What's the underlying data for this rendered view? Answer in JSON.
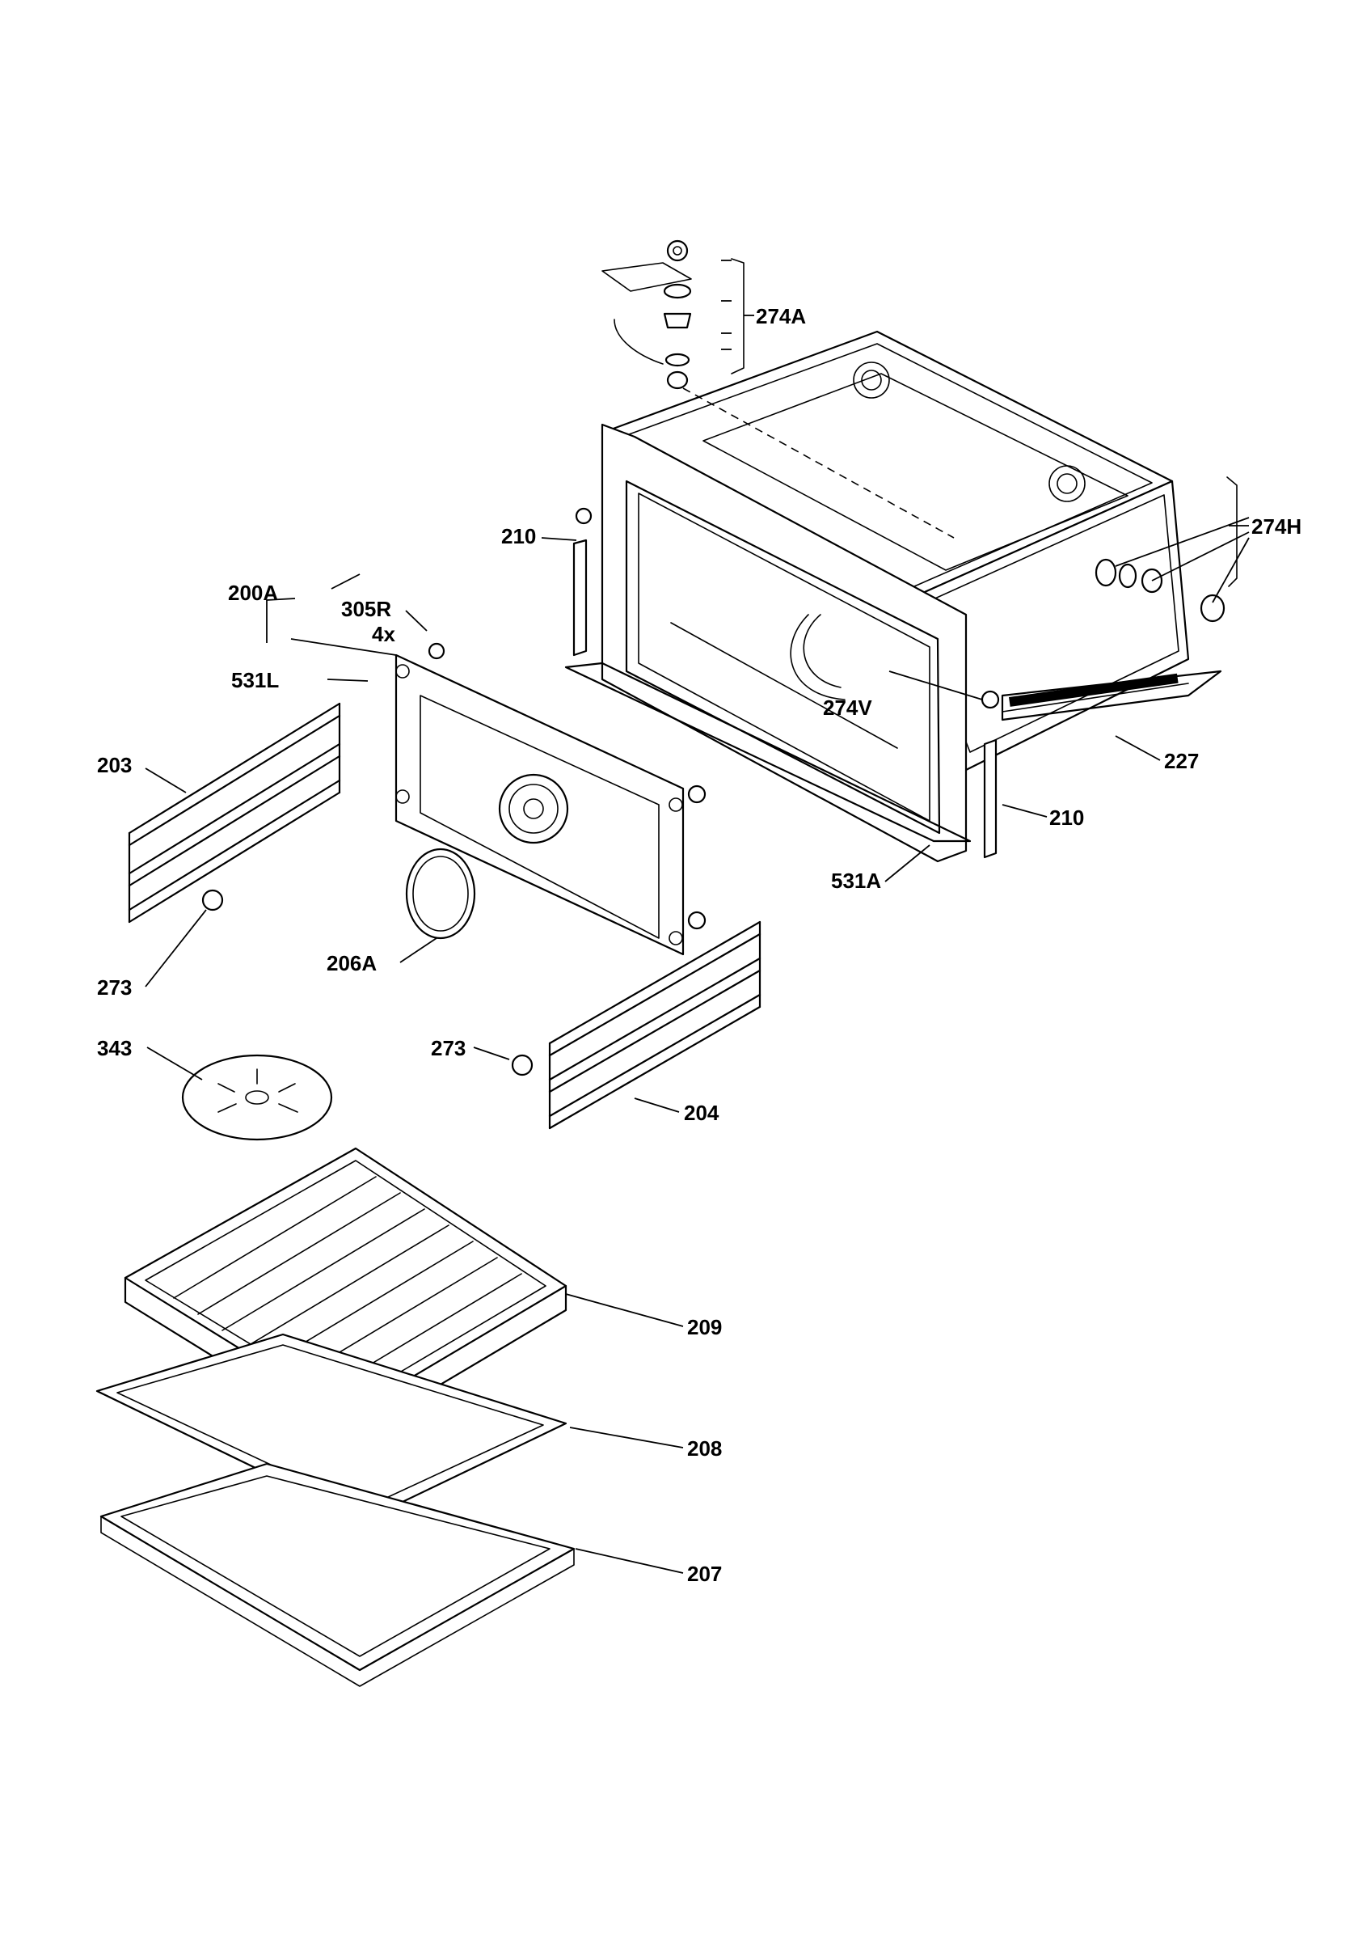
{
  "labels": {
    "l274A": "274A",
    "l274H": "274H",
    "l210a": "210",
    "l200A": "200A",
    "l305R": "305R",
    "l4x": "4x",
    "l531L": "531L",
    "l274V": "274V",
    "l227": "227",
    "l203": "203",
    "l210b": "210",
    "l531A": "531A",
    "l273a": "273",
    "l206A": "206A",
    "l343": "343",
    "l273b": "273",
    "l204": "204",
    "l209": "209",
    "l208": "208",
    "l207": "207"
  }
}
